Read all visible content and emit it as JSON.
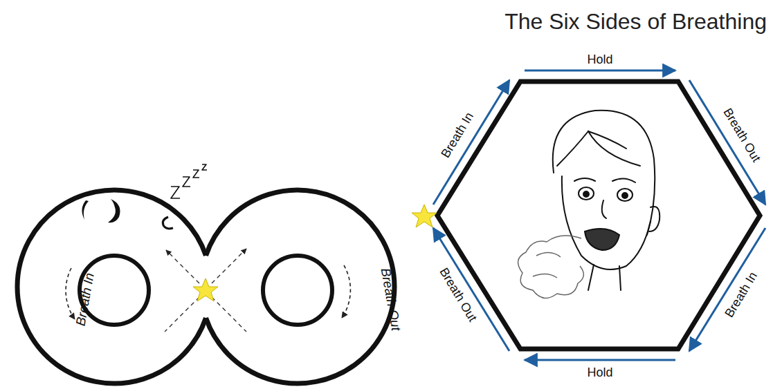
{
  "diagram": {
    "title": "The Six Sides of Breathing",
    "nodes": [
      {
        "text": [
          "Breath In"
        ]
      },
      {
        "text": [
          "Breath Out"
        ]
      }
    ],
    "labels": [
      "Hold",
      "Breath In",
      "Breath Out",
      "Breath Out",
      "Breath In",
      "Hold"
    ]
  }
}
